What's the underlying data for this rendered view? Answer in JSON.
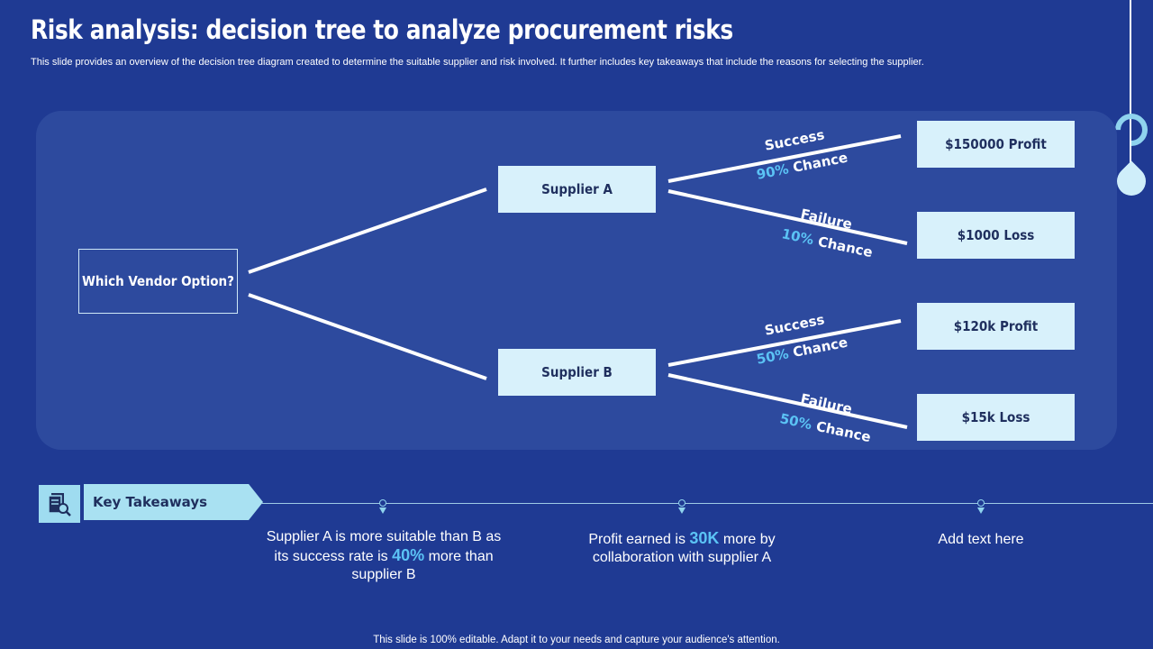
{
  "header": {
    "title": "Risk analysis: decision tree to analyze procurement risks",
    "subtitle": "This slide provides an overview of the decision tree diagram created to determine the suitable supplier and risk involved. It further includes key takeaways that include the reasons for selecting the supplier."
  },
  "tree": {
    "root": "Which Vendor Option?",
    "suppliers": [
      {
        "label": "Supplier A",
        "branches": [
          {
            "outcome": "Success",
            "chance_pct": "90%",
            "chance_word": "Chance",
            "result": "$150000  Profit"
          },
          {
            "outcome": "Failure",
            "chance_pct": "10%",
            "chance_word": "Chance",
            "result": "$1000  Loss"
          }
        ]
      },
      {
        "label": "Supplier B",
        "branches": [
          {
            "outcome": "Success",
            "chance_pct": "50%",
            "chance_word": "Chance",
            "result": "$120k Profit"
          },
          {
            "outcome": "Failure",
            "chance_pct": "50%",
            "chance_word": "Chance",
            "result": "$15k Loss"
          }
        ]
      }
    ]
  },
  "takeaways": {
    "label": "Key Takeaways",
    "items": [
      {
        "before": "Supplier A is more suitable than B as its success rate is ",
        "highlight": "40%",
        "after": " more than supplier B"
      },
      {
        "before": "Profit earned is ",
        "highlight": "30K",
        "after": " more by collaboration with supplier A"
      },
      {
        "before": "Add text here",
        "highlight": "",
        "after": ""
      }
    ]
  },
  "footer": "This slide is 100% editable. Adapt it to your needs and capture your audience's attention.",
  "colors": {
    "background": "#1f3a93",
    "panel": "#2d4a9e",
    "box_fill": "#d8f1fb",
    "accent": "#5bc3f5"
  }
}
